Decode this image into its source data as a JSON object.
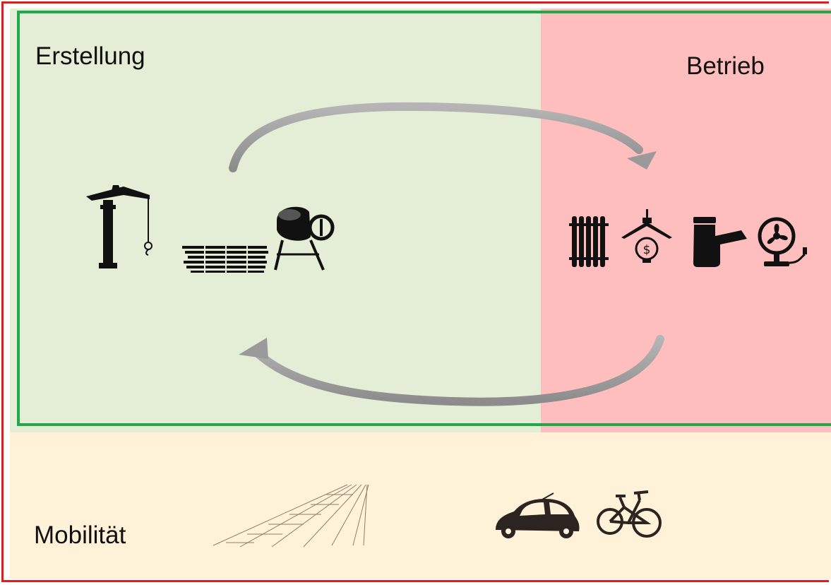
{
  "sections": {
    "erstellung": {
      "label": "Erstellung",
      "color": "#e4edd6"
    },
    "betrieb": {
      "label": "Betrieb",
      "color": "#ffbebe"
    },
    "mobilitaet": {
      "label": "Mobilität",
      "color": "#fff2d9"
    }
  },
  "colors": {
    "outer_border": "#e31b1b",
    "inner_border": "#21a84a",
    "arrow": "#9a9a9a"
  },
  "icons": {
    "construction": [
      "crane-icon",
      "bricks-icon",
      "cement-mixer-icon"
    ],
    "operation": [
      "radiator-icon",
      "lamp-icon",
      "faucet-icon",
      "fan-icon"
    ],
    "mobility": [
      "railway-tracks-icon",
      "car-icon",
      "bicycle-icon"
    ]
  }
}
